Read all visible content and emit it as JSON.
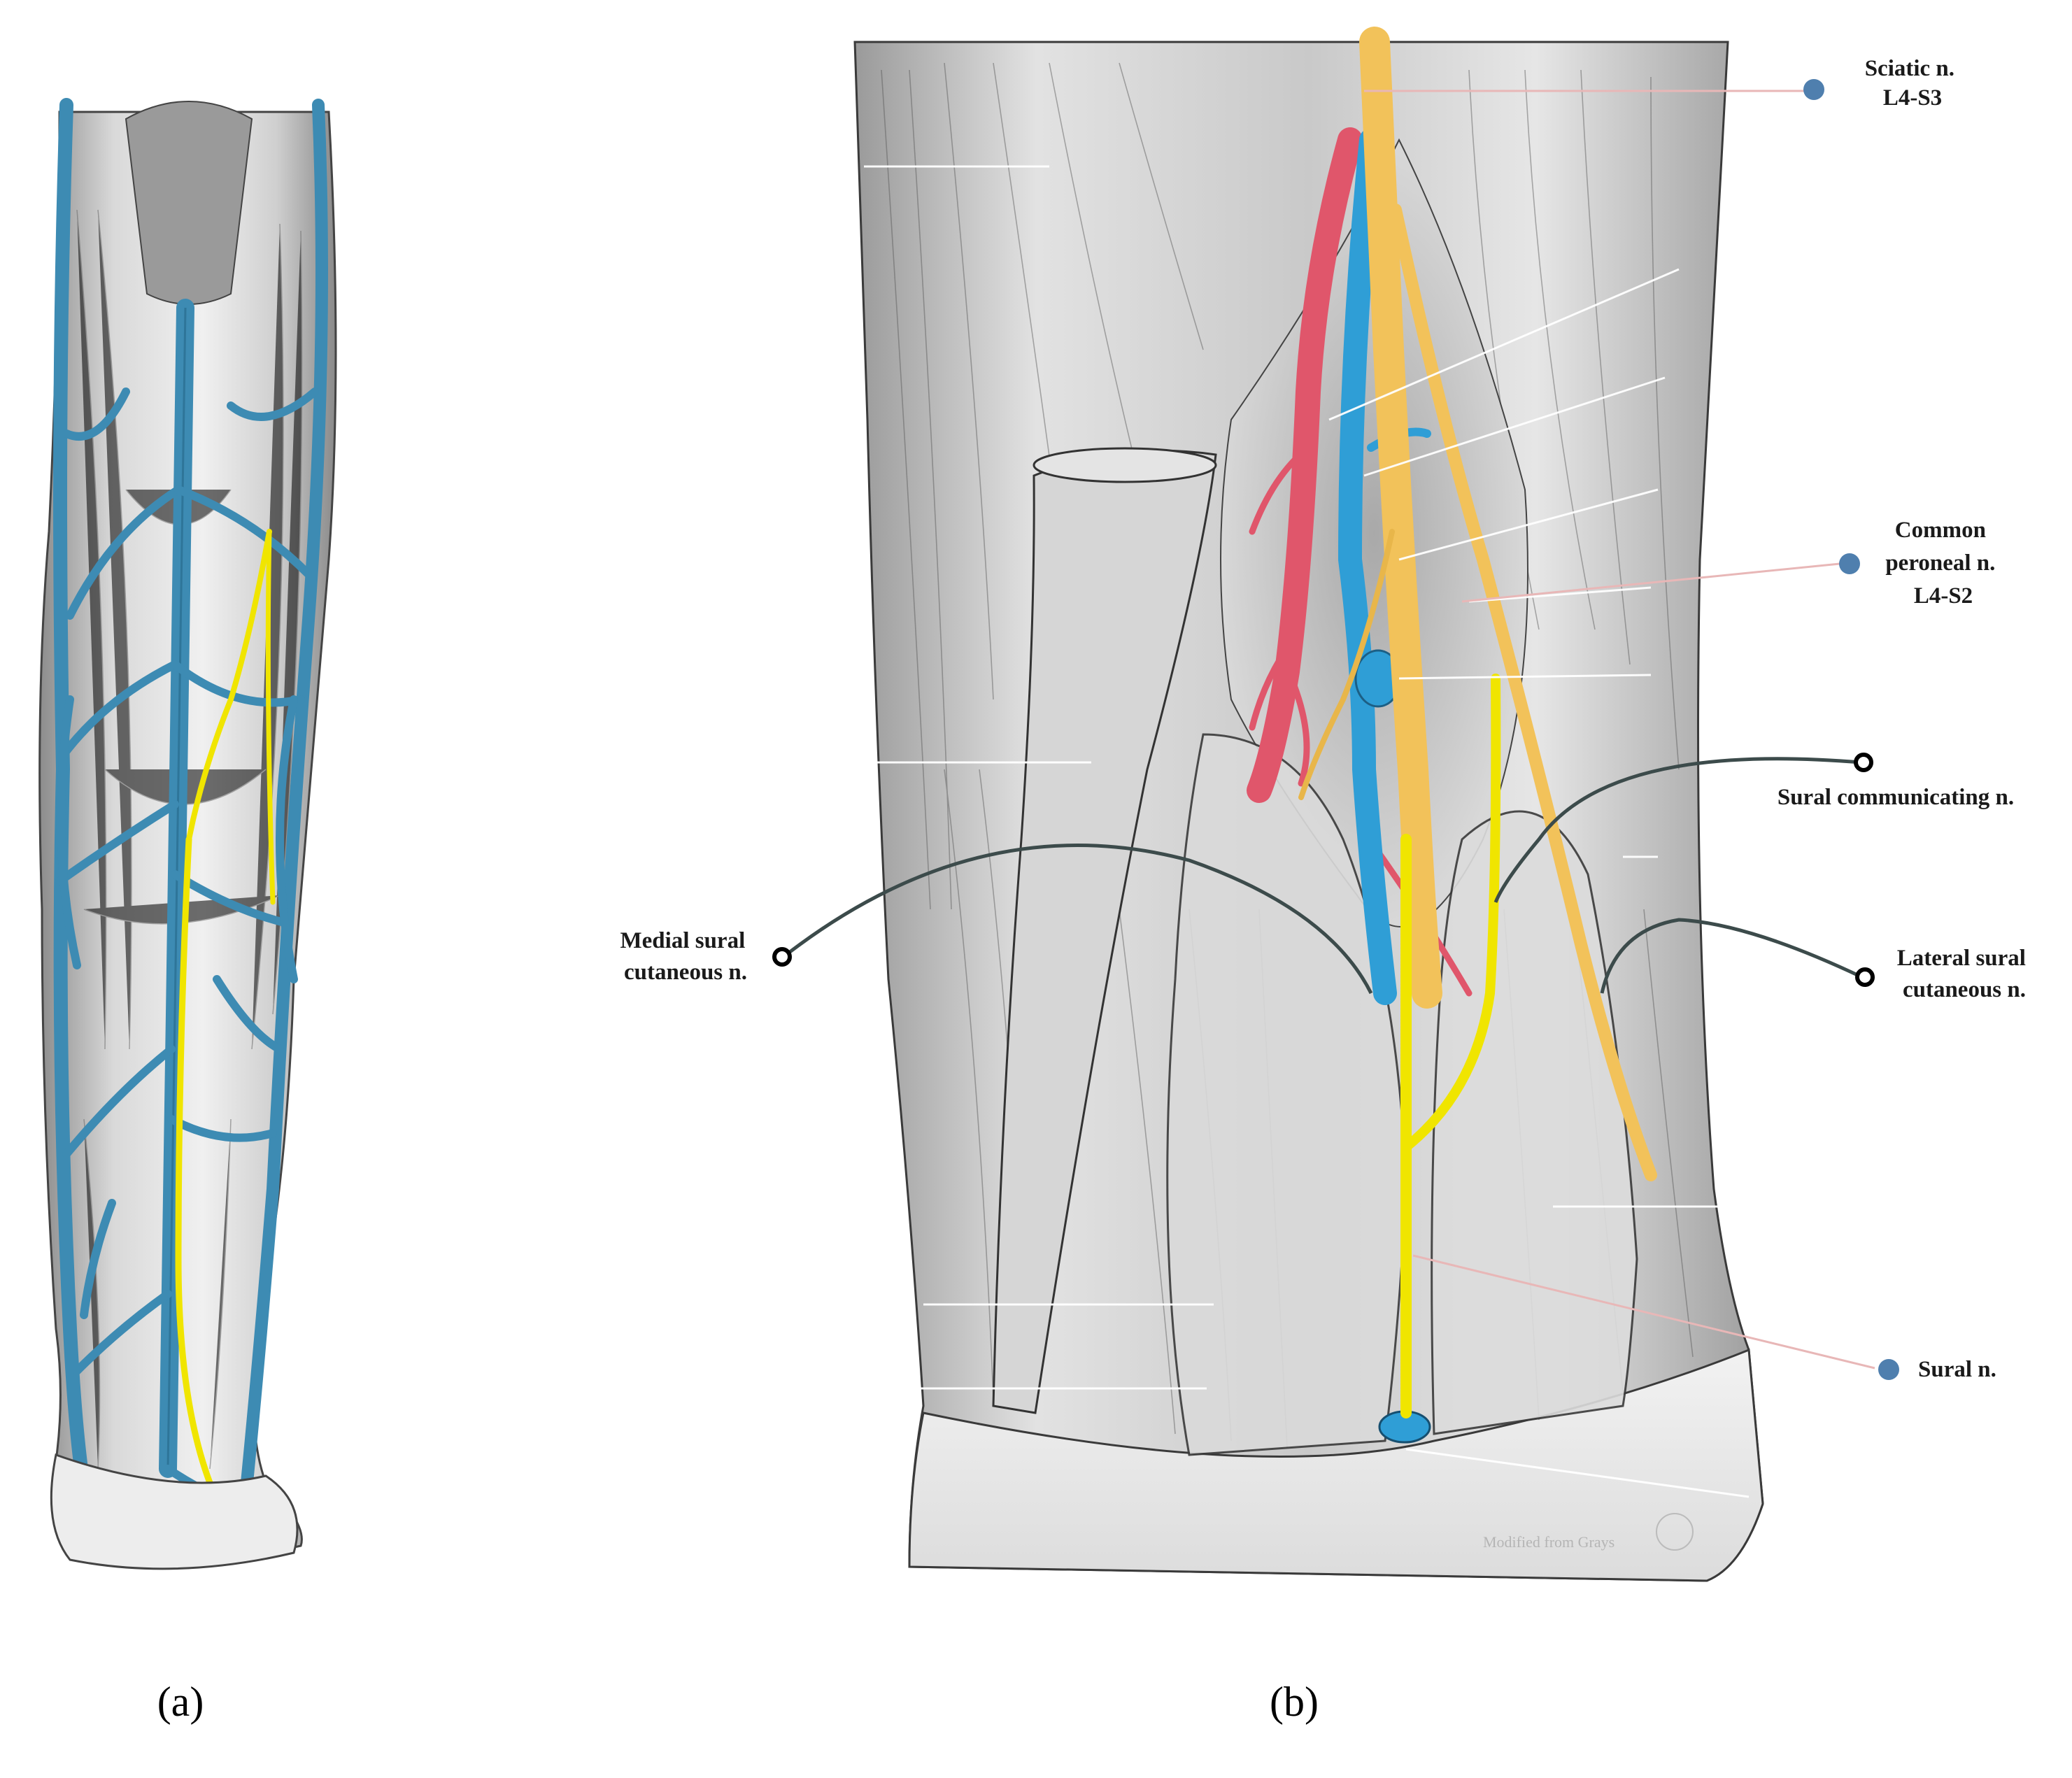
{
  "panels": {
    "a": {
      "label": "(a)"
    },
    "b": {
      "label": "(b)"
    }
  },
  "labels": {
    "sciatic": [
      "Sciatic n.",
      "L4-S3"
    ],
    "common_peroneal": [
      "Common",
      "peroneal n.",
      "L4-S2"
    ],
    "sural_communicating": [
      "Sural communicating n."
    ],
    "lateral_sural": [
      "Lateral sural",
      "cutaneous n."
    ],
    "medial_sural": [
      "Medial sural",
      "cutaneous n."
    ],
    "sural": [
      "Sural n."
    ]
  },
  "credit": "Modified from Grays",
  "colors": {
    "vein": "#3d8bb3",
    "vein_light": "#2f9ed6",
    "artery": "#e0566b",
    "nerve_orange": "#f2c25a",
    "nerve_yellow": "#f0e500",
    "dot_blue": "#4f7fae",
    "leader_dark": "#3c4b4b",
    "leader_pink": "#e8b7b7"
  },
  "icons": [
    "blue-dot-marker-icon",
    "ring-marker-icon"
  ]
}
